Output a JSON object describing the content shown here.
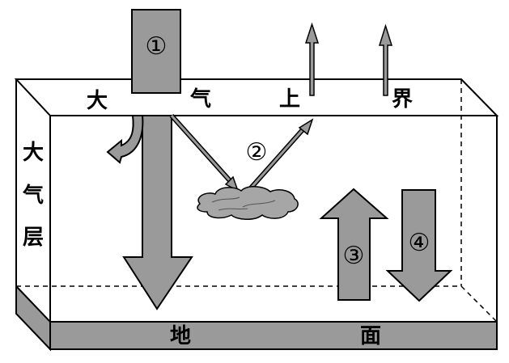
{
  "top_label": [
    "大",
    "气",
    "上",
    "界"
  ],
  "side_label": [
    "大",
    "气",
    "层"
  ],
  "ground_label": [
    "地",
    "面"
  ],
  "markers": [
    "①",
    "②",
    "③",
    "④"
  ],
  "colors": {
    "arrow_fill": "#9a9a9a",
    "ground_fill": "#9a9a9a",
    "cloud_fill": "#a6a6a6",
    "line": "#000000"
  }
}
